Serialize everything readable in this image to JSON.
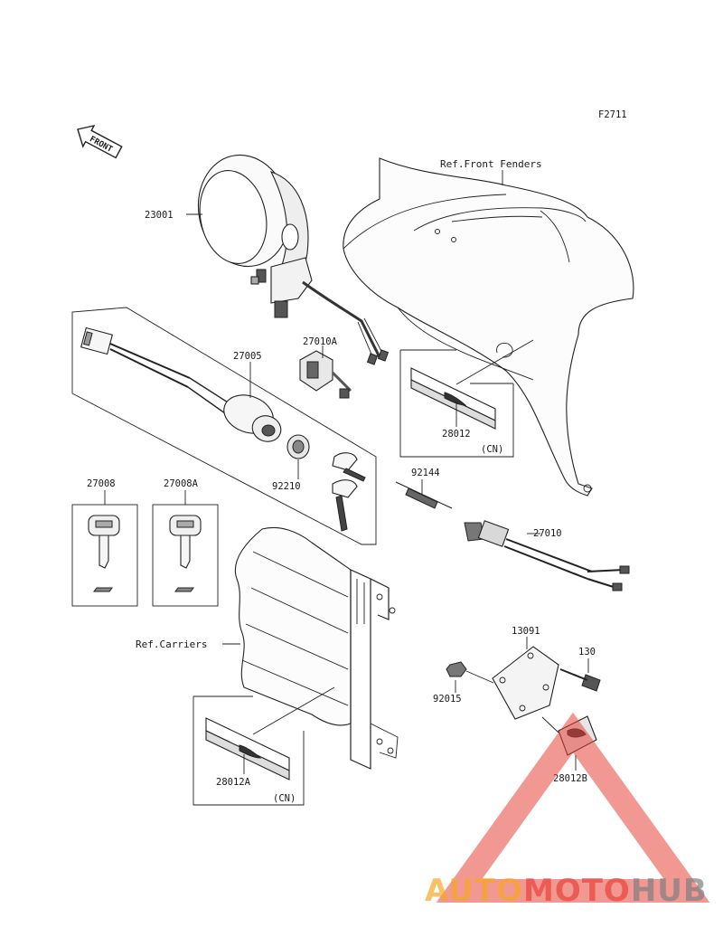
{
  "figure_code": "F2711",
  "front_arrow_label": "FRONT",
  "refs": {
    "front_fenders": "Ref.Front Fenders",
    "carriers": "Ref.Carriers"
  },
  "parts": {
    "p23001": "23001",
    "p27010A": "27010A",
    "p27005": "27005",
    "p92210": "92210",
    "p27008": "27008",
    "p27008A": "27008A",
    "p28012": "28012",
    "p28012_note": "(CN)",
    "p92144": "92144",
    "p27010": "27010",
    "p13091": "13091",
    "p130": "130",
    "p92015": "92015",
    "p28012B": "28012B",
    "p28012A": "28012A",
    "p28012A_note": "(CN)"
  },
  "watermark": {
    "part1": "AUTO",
    "part2": "MOTO",
    "part3": "HUB",
    "colors": {
      "orange": "#f5a623",
      "red": "#e8433a",
      "gray": "#7f7f7f"
    }
  }
}
